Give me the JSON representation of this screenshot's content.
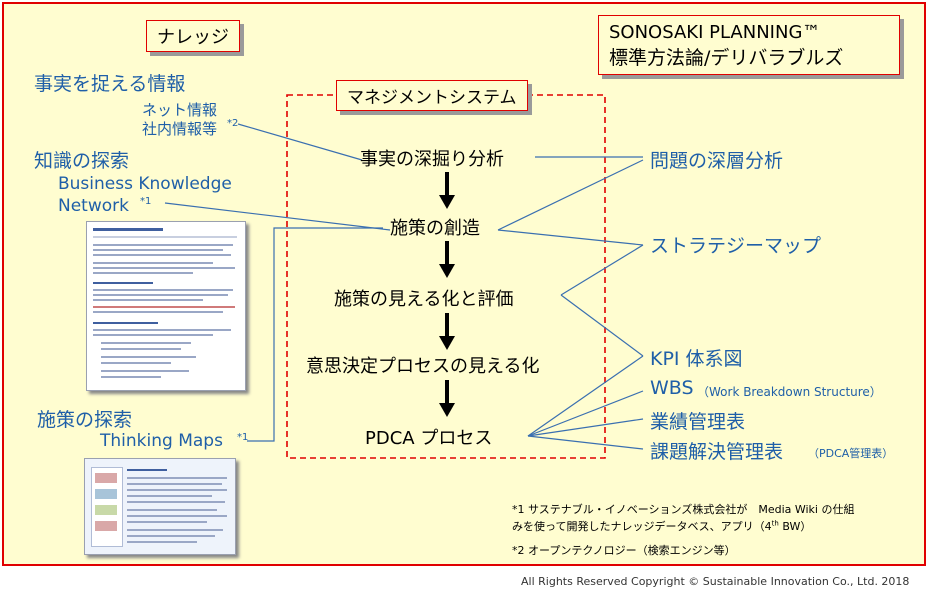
{
  "knowledge_label": "ナレッジ",
  "title_box": {
    "line1": "SONOSAKI PLANNING™",
    "line2": "標準方法論/デリバラブルズ"
  },
  "left": {
    "facts_heading": "事実を捉える情報",
    "facts_sub1": "ネット情報",
    "facts_sub2": "社内情報等",
    "facts_note": "*2",
    "knowledge_heading": "知識の探索",
    "bkn_line1": "Business Knowledge",
    "bkn_line2": "Network",
    "bkn_note": "*1",
    "measures_heading": "施策の探索",
    "thinking_maps": "Thinking Maps",
    "thinking_note": "*1"
  },
  "management_system": {
    "label": "マネジメントシステム",
    "steps": [
      "事実の深掘り分析",
      "施策の創造",
      "施策の見える化と評価",
      "意思決定プロセスの見える化",
      "PDCA プロセス"
    ]
  },
  "right": {
    "problem_analysis": "問題の深層分析",
    "strategy_map": "ストラテジーマップ",
    "kpi": "KPI 体系図",
    "wbs": "WBS",
    "wbs_note": "（Work Breakdown Structure）",
    "performance": "業績管理表",
    "issues": "課題解決管理表",
    "issues_note": "（PDCA管理表）"
  },
  "footnotes": {
    "note1_line1": "*1 サステナブル・イノベーションズ株式会社が　Media Wiki の仕組",
    "note1_line2": "みを使って開発したナレッジデータベス、アプリ（4",
    "note1_sup": "th",
    "note1_end": "BW）",
    "note2": "*2 オープンテクノロジー（検索エンジン等）"
  },
  "copyright": "All Rights Reserved Copyright © Sustainable Innovation Co., Ltd.  2018",
  "colors": {
    "frame": "#e00000",
    "background": "#fffdd0",
    "accent_blue": "#1f5fa8",
    "connector": "#3a6fb0"
  }
}
